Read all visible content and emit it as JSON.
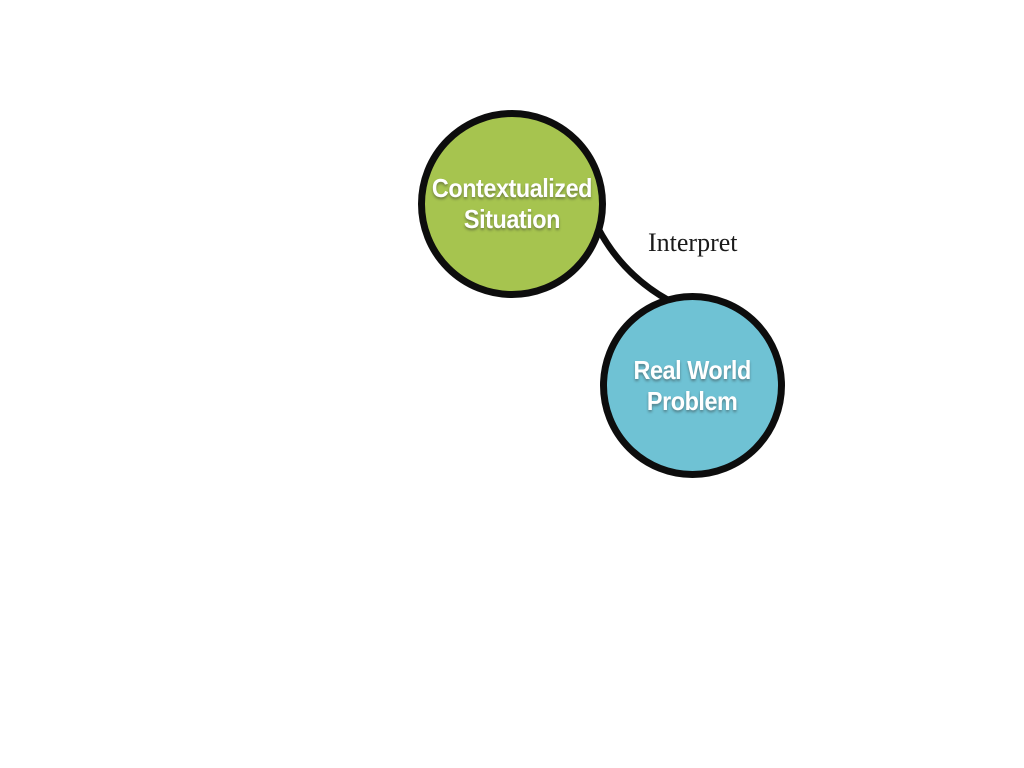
{
  "diagram": {
    "background_color": "#ffffff",
    "nodes": [
      {
        "id": "contextualized-situation",
        "line1": "Contextualized",
        "line2": "Situation",
        "fill": "#a6c44f",
        "border_color": "#0d0d0d",
        "text_color": "#ffffff"
      },
      {
        "id": "real-world-problem",
        "line1": "Real World",
        "line2": "Problem",
        "fill": "#6fc2d4",
        "border_color": "#0d0d0d",
        "text_color": "#ffffff"
      }
    ],
    "edges": [
      {
        "from": "contextualized-situation",
        "to": "real-world-problem",
        "label": "Interpret",
        "line_color": "#0d0d0d",
        "label_color": "#1a1a1a"
      }
    ]
  }
}
